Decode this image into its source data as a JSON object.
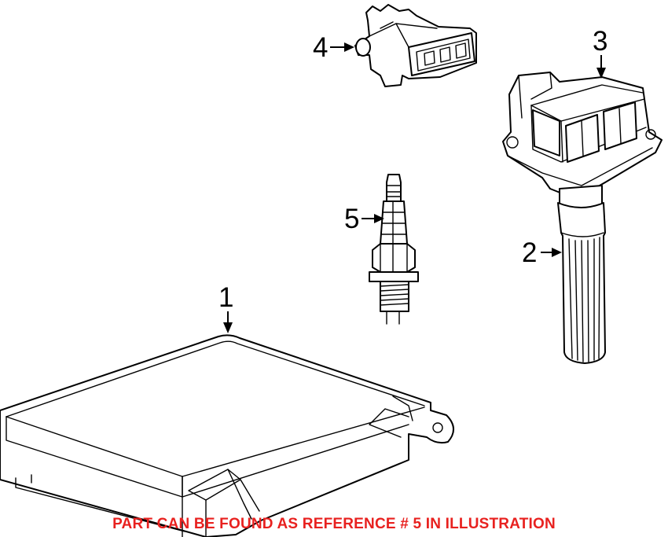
{
  "callouts": [
    {
      "id": "1",
      "text": "1"
    },
    {
      "id": "2",
      "text": "2"
    },
    {
      "id": "3",
      "text": "3"
    },
    {
      "id": "4",
      "text": "4"
    },
    {
      "id": "5",
      "text": "5"
    }
  ],
  "note": {
    "text": "PART CAN BE FOUND AS REFERENCE # 5 IN ILLUSTRATION",
    "color": "#e8211f"
  }
}
